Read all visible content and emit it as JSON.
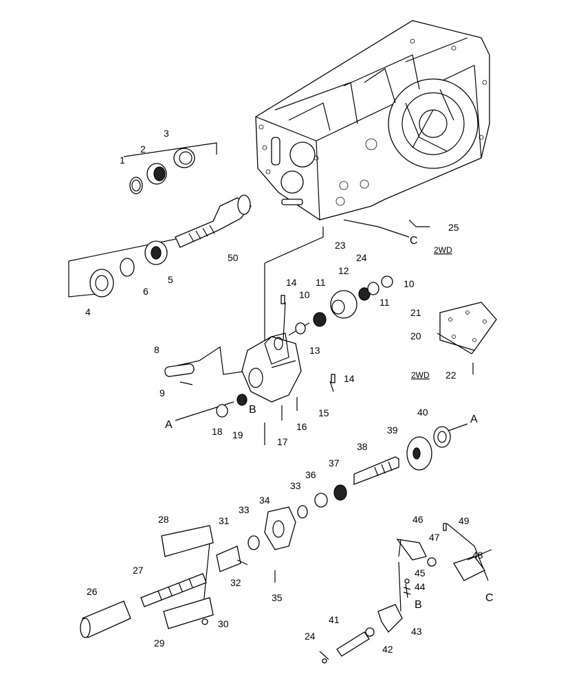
{
  "parts": {
    "p1": "1",
    "p2": "2",
    "p3": "3",
    "p4": "4",
    "p5": "5",
    "p6": "6",
    "p8": "8",
    "p9": "9",
    "p10a": "10",
    "p10b": "10",
    "p11a": "11",
    "p11b": "11",
    "p12": "12",
    "p13": "13",
    "p14a": "14",
    "p14b": "14",
    "p15": "15",
    "p16": "16",
    "p17": "17",
    "p18": "18",
    "p19": "19",
    "p20": "20",
    "p21": "21",
    "p22": "22",
    "p23": "23",
    "p24a": "24",
    "p24b": "24",
    "p25": "25",
    "p26": "26",
    "p27": "27",
    "p28": "28",
    "p29": "29",
    "p30": "30",
    "p31": "31",
    "p32": "32",
    "p33a": "33",
    "p33b": "33",
    "p34": "34",
    "p35": "35",
    "p36": "36",
    "p37": "37",
    "p38": "38",
    "p39": "39",
    "p40": "40",
    "p41": "41",
    "p42": "42",
    "p43": "43",
    "p44": "44",
    "p45": "45",
    "p46": "46",
    "p47": "47",
    "p48": "48",
    "p49": "49",
    "p50": "50"
  },
  "refs": {
    "A1": "A",
    "A2": "A",
    "B1": "B",
    "B2": "B",
    "C1": "C",
    "C2": "C"
  },
  "notes": {
    "wd_a": "2WD",
    "wd_b": "2WD"
  }
}
